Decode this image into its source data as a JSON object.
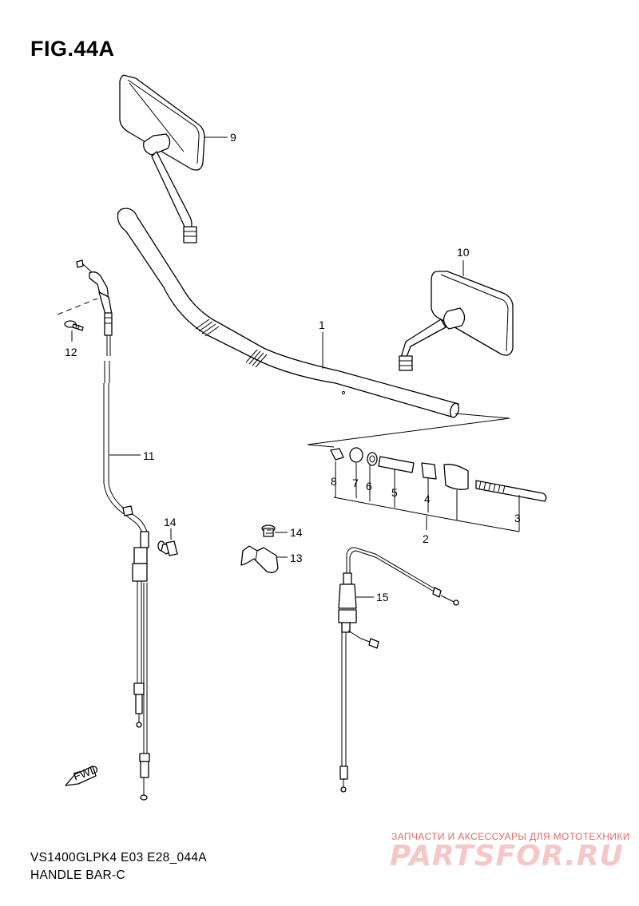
{
  "figure": {
    "title": "FIG.44A"
  },
  "caption": {
    "model_line": "VS1400GLPK4 E03 E28_044A",
    "name": "HANDLE BAR-C"
  },
  "watermark": {
    "tagline": "ЗАПЧАСТИ И АКСЕССУАРЫ ДЛЯ МОТОТЕХНИКИ",
    "logo": "PARTSFOR.RU"
  },
  "fwd_mark": {
    "label": "FWD"
  },
  "callouts": {
    "c1": "1",
    "c2": "2",
    "c3": "3",
    "c4": "4",
    "c5": "5",
    "c6": "6",
    "c7": "7",
    "c8": "8",
    "c9": "9",
    "c10": "10",
    "c11": "11",
    "c12": "12",
    "c13": "13",
    "c14a": "14",
    "c14b": "14",
    "c15": "15"
  }
}
